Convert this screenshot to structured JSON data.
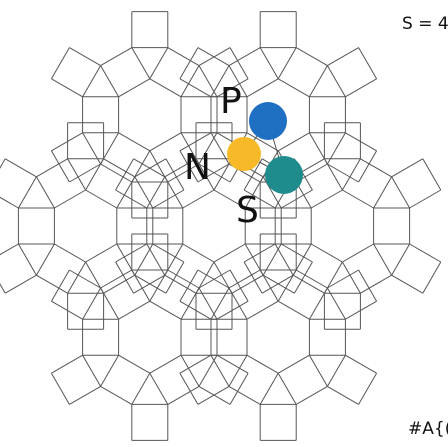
{
  "labels": {
    "p": "P",
    "n": "N",
    "s": "S",
    "top_right": "S = 4",
    "bottom_right": "#A{("
  },
  "colors": {
    "line": "#555555",
    "p_node": "#1f6fc2",
    "n_node": "#f7b928",
    "s_node": "#1e8c8c"
  }
}
